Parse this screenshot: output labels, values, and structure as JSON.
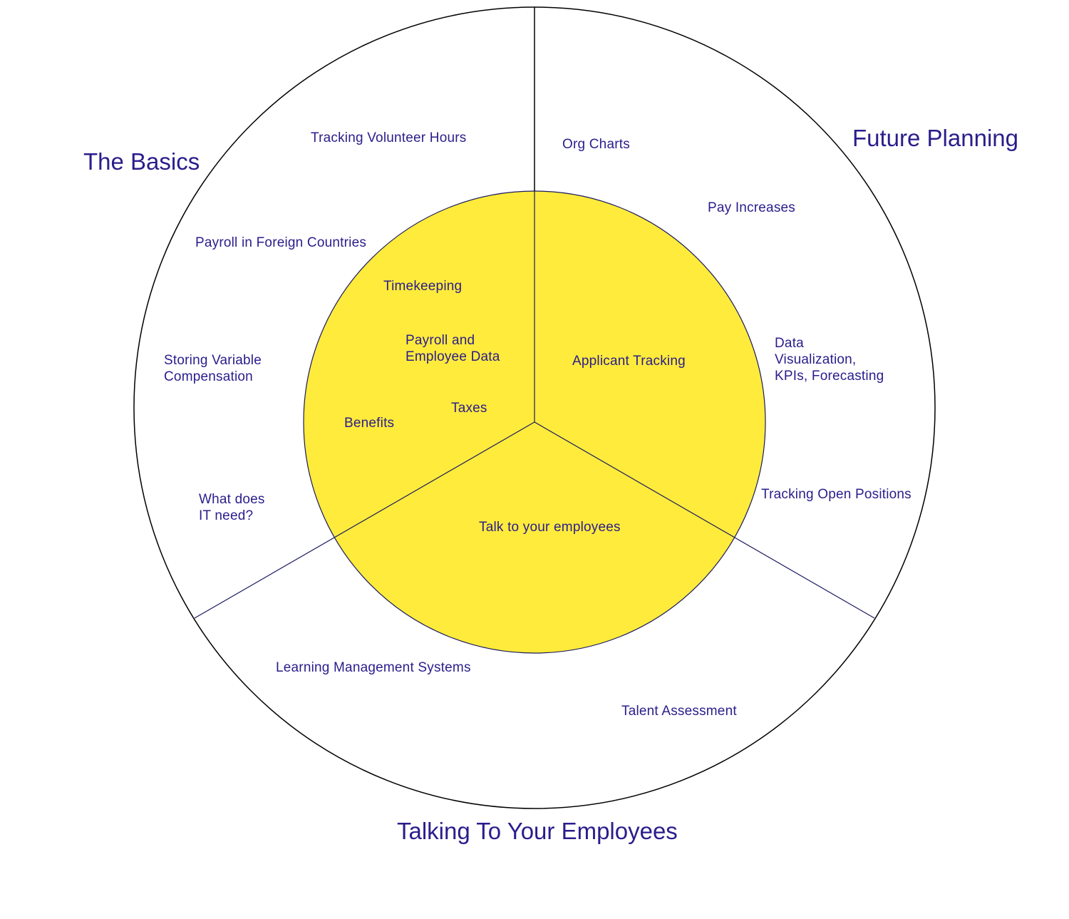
{
  "colors": {
    "text": "#2a1d8c",
    "center_fill": "#ffeb3b",
    "stroke": "#000000",
    "background": "#ffffff"
  },
  "sections": {
    "basics": "The Basics",
    "future": "Future Planning",
    "talking": "Talking To Your Employees"
  },
  "outer_items": {
    "tracking_volunteer_hours": "Tracking Volunteer Hours",
    "payroll_foreign": "Payroll in Foreign Countries",
    "storing_variable_comp": "Storing Variable\nCompensation",
    "what_does_it_need": "What does\nIT need?",
    "org_charts": "Org Charts",
    "pay_increases": "Pay Increases",
    "data_visualization": "Data\nVisualization,\nKPIs, Forecasting",
    "tracking_open_positions": "Tracking Open Positions",
    "learning_management": "Learning Management Systems",
    "talent_assessment": "Talent Assessment"
  },
  "inner_items": {
    "timekeeping": "Timekeeping",
    "payroll_employee_data": "Payroll and\nEmployee Data",
    "taxes": "Taxes",
    "benefits": "Benefits",
    "applicant_tracking": "Applicant Tracking",
    "talk_to_employees": "Talk to your employees"
  }
}
